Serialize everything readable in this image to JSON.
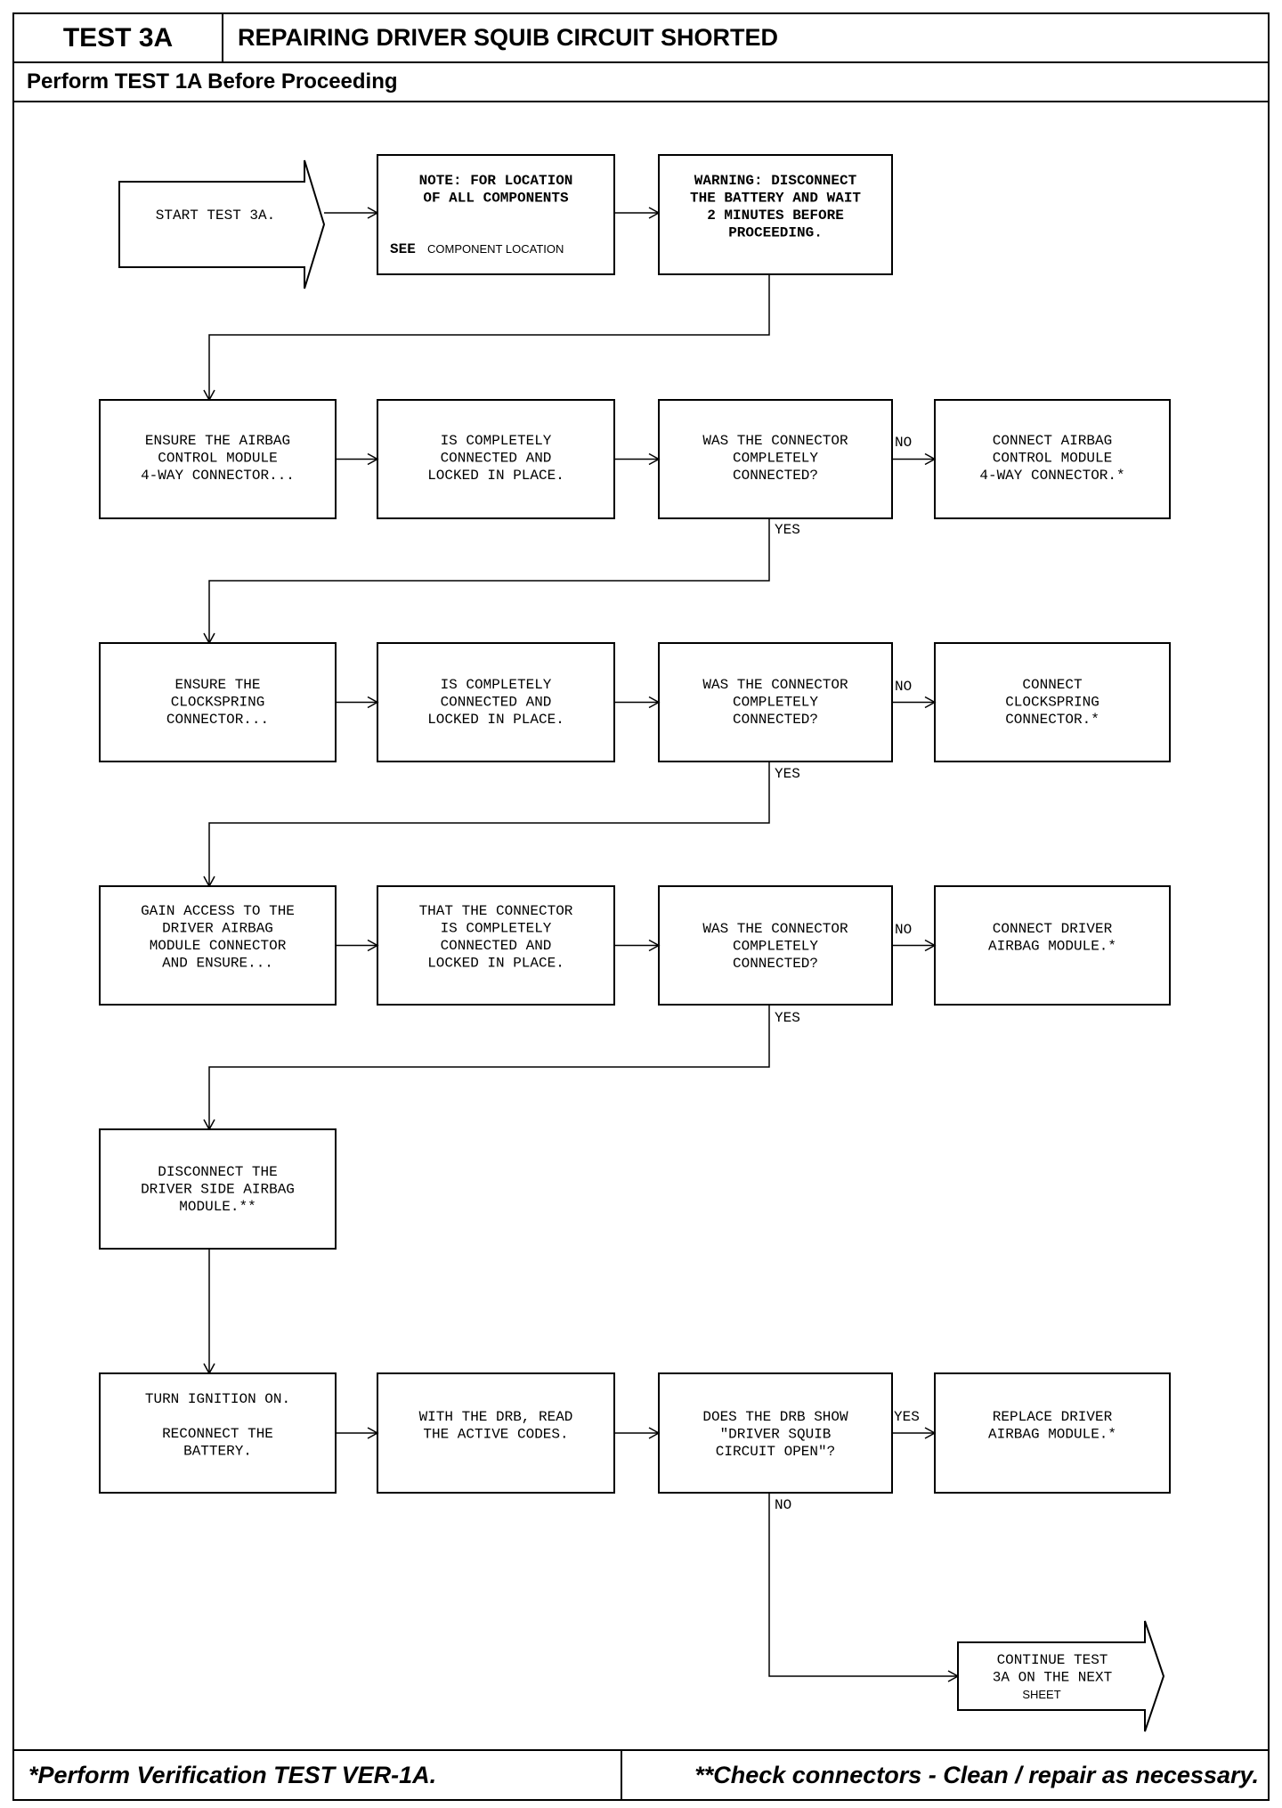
{
  "header": {
    "test_label": "TEST 3A",
    "title": "REPAIRING DRIVER SQUIB CIRCUIT SHORTED",
    "subtitle": "Perform TEST 1A Before Proceeding"
  },
  "flow": {
    "start": [
      "START TEST 3A."
    ],
    "note": {
      "lines": [
        "NOTE: FOR LOCATION",
        "OF ALL COMPONENTS"
      ],
      "see": "SEE",
      "see_rest": "COMPONENT LOCATION"
    },
    "warning": [
      "WARNING: DISCONNECT",
      "THE BATTERY AND WAIT",
      "2 MINUTES BEFORE",
      "PROCEEDING."
    ],
    "row1": {
      "a": [
        "ENSURE THE AIRBAG",
        "CONTROL MODULE",
        "4-WAY CONNECTOR..."
      ],
      "b": [
        "IS COMPLETELY",
        "CONNECTED AND",
        "LOCKED IN PLACE."
      ],
      "q": [
        "WAS THE CONNECTOR",
        "COMPLETELY",
        "CONNECTED?"
      ],
      "fix": [
        "CONNECT AIRBAG",
        "CONTROL MODULE",
        "4-WAY CONNECTOR.*"
      ]
    },
    "row2": {
      "a": [
        "ENSURE THE",
        "CLOCKSPRING",
        "CONNECTOR..."
      ],
      "b": [
        "IS COMPLETELY",
        "CONNECTED AND",
        "LOCKED IN PLACE."
      ],
      "q": [
        "WAS THE CONNECTOR",
        "COMPLETELY",
        "CONNECTED?"
      ],
      "fix": [
        "CONNECT",
        "CLOCKSPRING",
        "CONNECTOR.*"
      ]
    },
    "row3": {
      "a": [
        "GAIN ACCESS TO THE",
        "DRIVER AIRBAG",
        "MODULE CONNECTOR",
        "AND ENSURE..."
      ],
      "b": [
        "THAT THE CONNECTOR",
        "IS COMPLETELY",
        "CONNECTED AND",
        "LOCKED IN PLACE."
      ],
      "q": [
        "WAS THE CONNECTOR",
        "COMPLETELY",
        "CONNECTED?"
      ],
      "fix": [
        "CONNECT DRIVER",
        "AIRBAG MODULE.*"
      ]
    },
    "disconnect": [
      "DISCONNECT THE",
      "DRIVER SIDE AIRBAG",
      "MODULE.**"
    ],
    "row5": {
      "a": [
        "TURN IGNITION ON.",
        "",
        "RECONNECT THE",
        "BATTERY."
      ],
      "b": [
        "WITH THE DRB, READ",
        "THE ACTIVE CODES."
      ],
      "q": [
        "DOES THE DRB SHOW",
        "\"DRIVER SQUIB",
        "CIRCUIT OPEN\"?"
      ],
      "fix": [
        "REPLACE DRIVER",
        "AIRBAG MODULE.*"
      ]
    },
    "continue": {
      "lines": [
        "CONTINUE TEST",
        "3A ON THE NEXT"
      ],
      "small": "SHEET"
    },
    "labels": {
      "no": "NO",
      "yes": "YES"
    }
  },
  "footer": {
    "left": "*Perform Verification TEST VER-1A.",
    "right": "**Check connectors - Clean / repair as necessary."
  }
}
